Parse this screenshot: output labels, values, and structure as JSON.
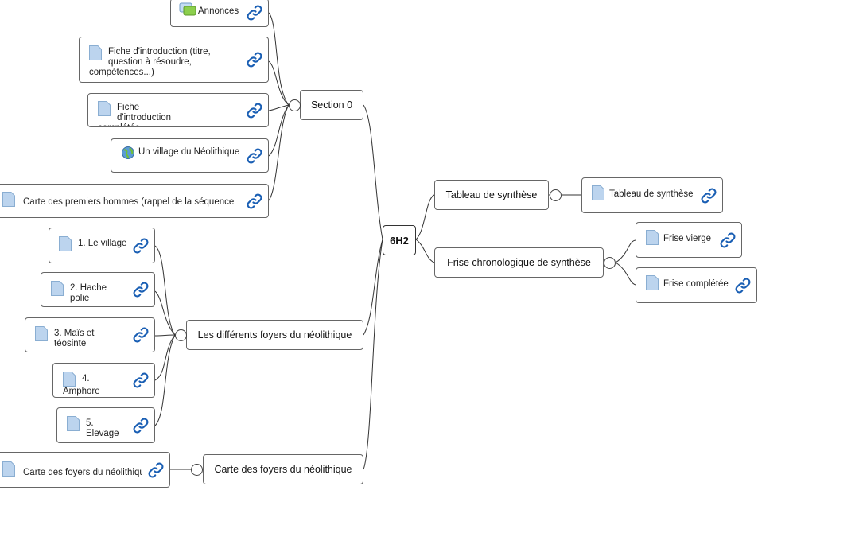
{
  "root": {
    "label": "6H2"
  },
  "sections": {
    "section0": {
      "label": "Section 0",
      "items": [
        {
          "label": "Annonces",
          "icon": "forum-icon"
        },
        {
          "label": "Fiche d'introduction (titre, question à résoudre, compétences...)",
          "icon": "file-icon"
        },
        {
          "label": "Fiche d'introduction complétée",
          "icon": "file-icon"
        },
        {
          "label": "Un village du Néolithique",
          "icon": "globe-icon"
        },
        {
          "label": "Carte des premiers hommes (rappel de la séquence",
          "icon": "file-icon"
        }
      ]
    },
    "foyers": {
      "label": "Les différents foyers du néolithique",
      "items": [
        {
          "label": "1. Le village",
          "icon": "file-icon"
        },
        {
          "label": "2. Hache polie",
          "icon": "file-icon"
        },
        {
          "label": "3. Maïs et téosinte",
          "icon": "file-icon"
        },
        {
          "label": "4. Amphore",
          "icon": "file-icon"
        },
        {
          "label": "5. Elevage",
          "icon": "file-icon"
        }
      ]
    },
    "carte": {
      "label": "Carte des foyers du néolithique",
      "items": [
        {
          "label": "Carte des foyers du néolithique",
          "icon": "file-icon"
        }
      ]
    },
    "tableau": {
      "label": "Tableau de synthèse",
      "items": [
        {
          "label": "Tableau de synthèse",
          "icon": "file-icon"
        }
      ]
    },
    "frise": {
      "label": "Frise chronologique de synthèse",
      "items": [
        {
          "label": "Frise vierge",
          "icon": "file-icon"
        },
        {
          "label": "Frise complétée",
          "icon": "file-icon"
        }
      ]
    }
  },
  "icons": {
    "link": "link-icon",
    "collapse": "collapse-toggle"
  },
  "colors": {
    "link_blue": "#1a5fb4",
    "border": "#666666",
    "file_icon": "#bcd4ee",
    "forum_green": "#8ccf4d"
  }
}
